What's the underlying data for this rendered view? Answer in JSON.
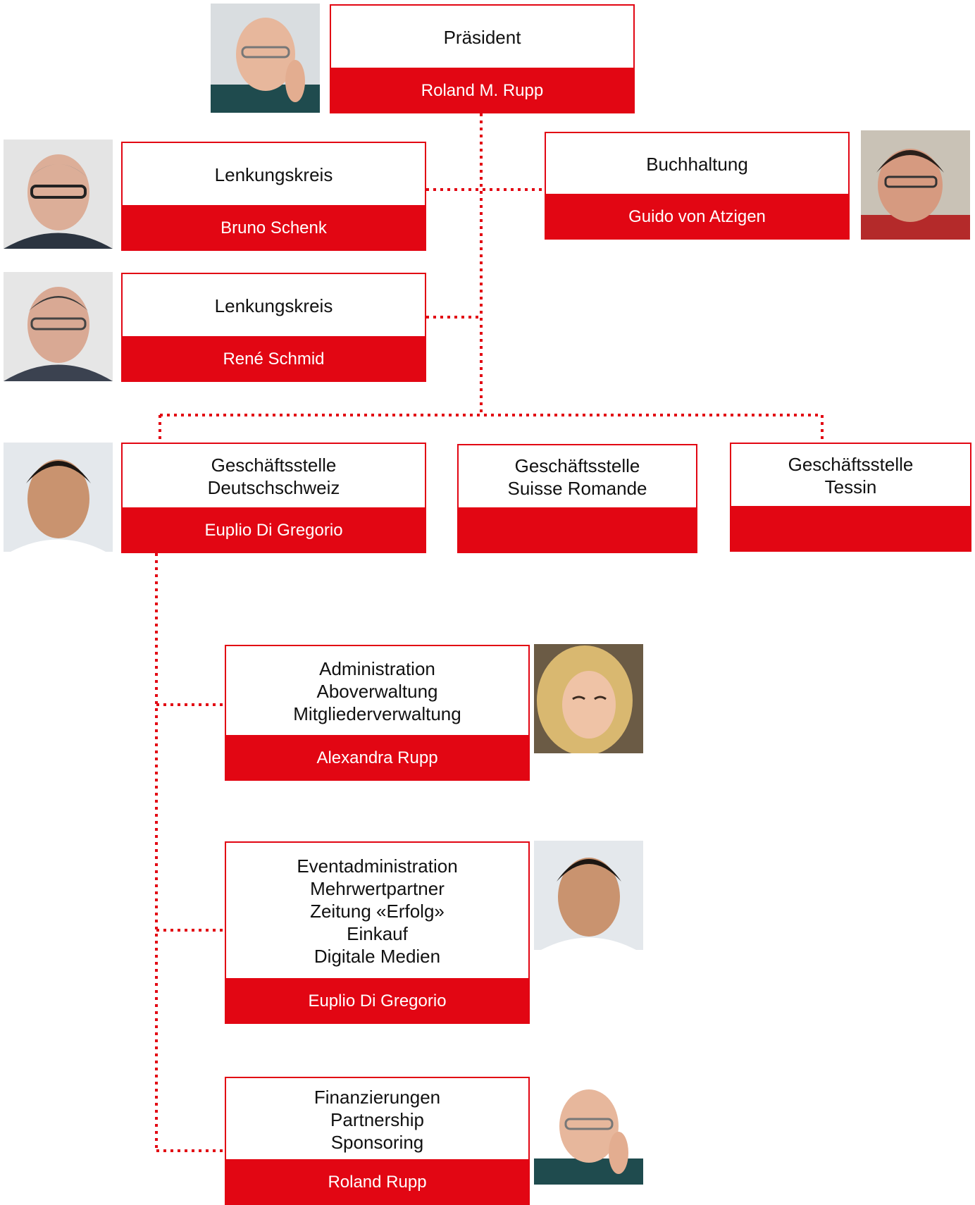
{
  "colors": {
    "accent": "#e20613",
    "text": "#111111",
    "on_accent": "#ffffff"
  },
  "president": {
    "role": "Präsident",
    "person": "Roland M. Rupp"
  },
  "accounting": {
    "role": "Buchhaltung",
    "person": "Guido von Atzigen"
  },
  "steering_1": {
    "role": "Lenkungskreis",
    "person": "Bruno Schenk"
  },
  "steering_2": {
    "role": "Lenkungskreis",
    "person": "René Schmid"
  },
  "office_de": {
    "role_lines": [
      "Geschäftsstelle",
      "Deutschschweiz"
    ],
    "person": "Euplio Di Gregorio"
  },
  "office_romande": {
    "role_lines": [
      "Geschäftsstelle",
      "Suisse Romande"
    ],
    "person": ""
  },
  "office_tessin": {
    "role_lines": [
      "Geschäftsstelle",
      "Tessin"
    ],
    "person": ""
  },
  "administration": {
    "role_lines": [
      "Administration",
      "Aboverwaltung",
      "Mitgliederverwaltung"
    ],
    "person": "Alexandra Rupp"
  },
  "events": {
    "role_lines": [
      "Eventadministration",
      "Mehrwertpartner",
      "Zeitung «Erfolg»",
      "Einkauf",
      "Digitale Medien"
    ],
    "person": "Euplio Di Gregorio"
  },
  "finance": {
    "role_lines": [
      "Finanzierungen",
      "Partnership",
      "Sponsoring"
    ],
    "person": "Roland Rupp"
  }
}
